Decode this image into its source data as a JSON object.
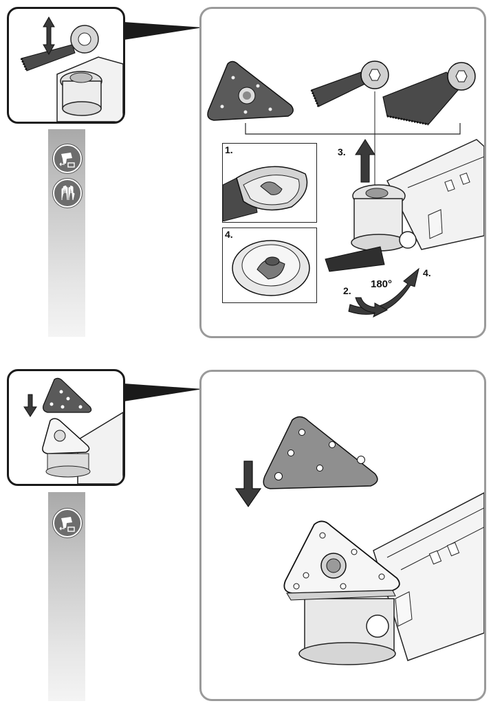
{
  "section1": {
    "inset_step_1": "1.",
    "inset_step_4": "4.",
    "step_3": "3.",
    "step_2": "2.",
    "step_4": "4.",
    "rotation_angle": "180°"
  },
  "icons": {
    "section1": [
      "remove-battery-icon",
      "wear-gloves-icon"
    ],
    "section2": [
      "remove-battery-icon"
    ]
  },
  "colors": {
    "panel_border": "#9a9a9a",
    "thumb_border": "#1a1a1a",
    "icon_fill": "#6d6d6d",
    "accessory_fill": "#5a5a5a"
  }
}
